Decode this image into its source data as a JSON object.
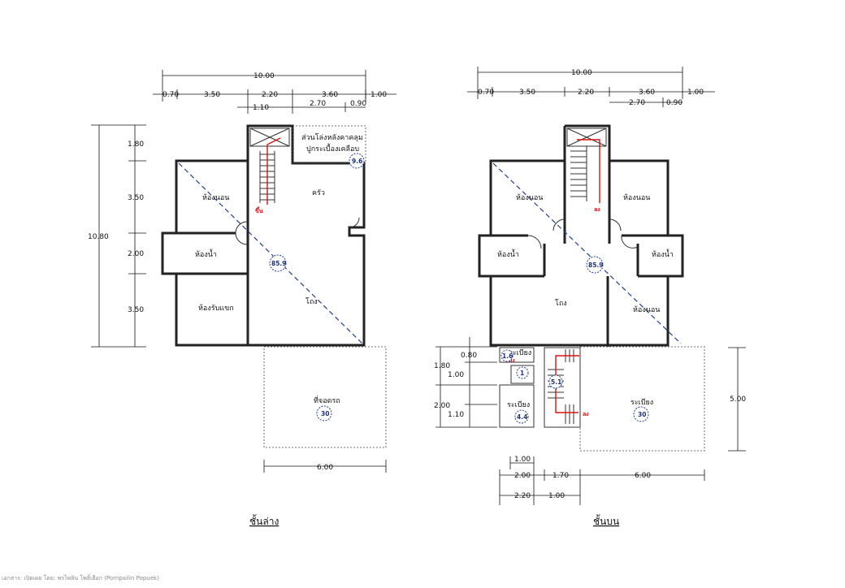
{
  "ground_floor": {
    "caption": "ชั้นล่าง",
    "dims_top": {
      "total": "10.00",
      "d1": "0.70",
      "d2": "3.50",
      "d3": "2.20",
      "d4": "3.60",
      "d5": "1.00",
      "d6": "1.10",
      "d7": "2.70",
      "d8": "0.90"
    },
    "dims_left": {
      "total": "10.80",
      "d1": "1.80",
      "d2": "3.50",
      "d3": "2.00",
      "d4": "3.50"
    },
    "dims_bottom": {
      "d1": "6.00"
    },
    "rooms": {
      "bedroom": "ห้องนอน",
      "kitchen": "ครัว",
      "bathroom": "ห้องน้ำ",
      "living": "ห้องรับแขก",
      "hall": "โถง",
      "carport": "ที่จอดรถ",
      "annex_line1": "ส่วนโล่งหลังคาคลุม",
      "annex_line2": "ปูกระเบื้องเคลือบ",
      "stair_up": "ขึ้น"
    },
    "areas": {
      "annex": "9.6",
      "main": "85.9",
      "carport": "30"
    }
  },
  "upper_floor": {
    "caption": "ชั้นบน",
    "dims_top": {
      "total": "10.00",
      "d1": "0.70",
      "d2": "3.50",
      "d3": "2.20",
      "d4": "3.60",
      "d5": "1.00",
      "d7": "2.70",
      "d8": "0.90"
    },
    "dims_left": {
      "d1": "0.80",
      "d2": "1.80",
      "d3": "1.00",
      "d4": "2.00",
      "d5": "1.10"
    },
    "dims_right": {
      "d1": "5.00"
    },
    "dims_bottom": {
      "d1": "1.00",
      "d2": "2.00",
      "d3": "1.70",
      "d4": "6.00",
      "d5": "2.20",
      "d6": "1.00"
    },
    "rooms": {
      "bedroom_left": "ห้องนอน",
      "bedroom_right": "ห้องนอน",
      "bathroom_left": "ห้องน้ำ",
      "bathroom_right": "ห้องน้ำ",
      "hall": "โถง",
      "bedroom_bottom": "ห้องนอน",
      "balcony_small": "ระเบียง",
      "balcony_mid": "ระเบียง",
      "balcony_big": "ระเบียง",
      "stair_down_1": "ลง",
      "stair_down_2": "ลง",
      "stair_down_3": "ลง"
    },
    "areas": {
      "balcony_small": "1.6",
      "stair_landing": "1",
      "stair": "5.1",
      "balcony_mid": "4.4",
      "main": "85.9",
      "balcony_big": "30"
    }
  },
  "footer_credit": "เอกสาร: เปิดเผย โดย: พรไพลิน โพธิ์เยือก (Pornpailin Popuek)"
}
